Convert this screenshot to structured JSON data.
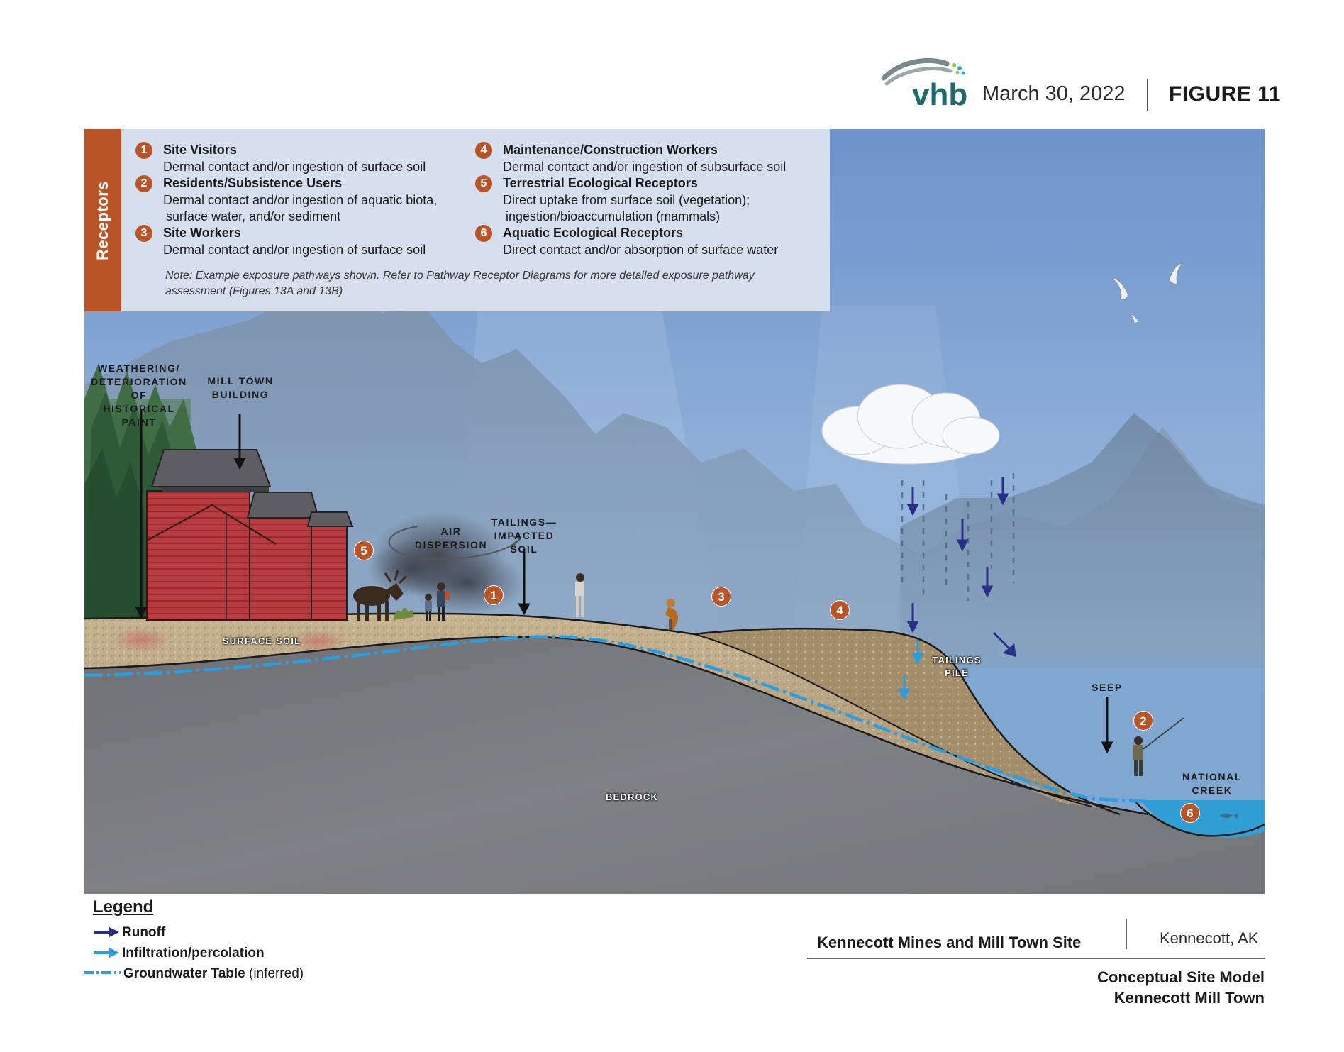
{
  "header": {
    "logo_text": "vhb",
    "date": "March 30, 2022",
    "figure": "FIGURE 11"
  },
  "receptors": {
    "tab_label": "Receptors",
    "items": [
      {
        "num": "1",
        "title": "Site Visitors",
        "desc": [
          "Dermal contact and/or ingestion of surface soil"
        ]
      },
      {
        "num": "2",
        "title": "Residents/Subsistence Users",
        "desc": [
          "Dermal contact and/or ingestion of aquatic biota,",
          "surface water, and/or sediment"
        ]
      },
      {
        "num": "3",
        "title": "Site Workers",
        "desc": [
          "Dermal contact and/or ingestion of surface soil"
        ]
      },
      {
        "num": "4",
        "title": "Maintenance/Construction Workers",
        "desc": [
          "Dermal contact and/or ingestion of subsurface soil"
        ]
      },
      {
        "num": "5",
        "title": "Terrestrial Ecological Receptors",
        "desc": [
          "Direct uptake from surface soil (vegetation);",
          "ingestion/bioaccumulation (mammals)"
        ]
      },
      {
        "num": "6",
        "title": "Aquatic Ecological Receptors",
        "desc": [
          "Direct contact and/or absorption of surface water"
        ]
      }
    ],
    "note": "Note: Example exposure pathways shown. Refer to Pathway Receptor Diagrams for more detailed exposure pathway assessment (Figures 13A and 13B)"
  },
  "scene": {
    "labels": {
      "weathering": [
        "WEATHERING/",
        "DETERIORATION OF",
        "HISTORICAL PAINT"
      ],
      "mill_building": [
        "MILL TOWN",
        "BUILDING"
      ],
      "air_dispersion": [
        "AIR",
        "DISPERSION"
      ],
      "tailings_soil": [
        "TAILINGS—",
        "IMPACTED",
        "SOIL"
      ],
      "seep": "SEEP",
      "national_creek": [
        "NATIONAL",
        "CREEK"
      ]
    },
    "ground_labels": {
      "surface_soil": "SURFACE SOIL",
      "tailings_pile": [
        "TAILINGS",
        "PILE"
      ],
      "bedrock": "BEDROCK"
    },
    "callouts": [
      "1",
      "2",
      "3",
      "4",
      "5",
      "6"
    ]
  },
  "colors": {
    "accent": "#b85425",
    "runoff": "#2a2f86",
    "infiltration": "#2a9ee0",
    "groundwater": "#2a9ee0",
    "sky": "#7fa2cf",
    "soil": "#b7a281",
    "bedrock": "#7a7b7d",
    "creek": "#2f9fd4",
    "barn": "#b93a3f",
    "logo_teal": "#1f6b6b"
  },
  "legend": {
    "title": "Legend",
    "items": [
      {
        "icon": "runoff-arrow-icon",
        "label": "Runoff",
        "suffix": ""
      },
      {
        "icon": "infiltration-arrow-icon",
        "label": "Infiltration/percolation",
        "suffix": ""
      },
      {
        "icon": "groundwater-line-icon",
        "label": "Groundwater Table",
        "suffix": " (inferred)"
      }
    ]
  },
  "title_block": {
    "site": "Kennecott Mines and Mill Town Site",
    "location": "Kennecott, AK",
    "title_line1": "Conceptual Site Model",
    "title_line2": "Kennecott Mill Town"
  }
}
